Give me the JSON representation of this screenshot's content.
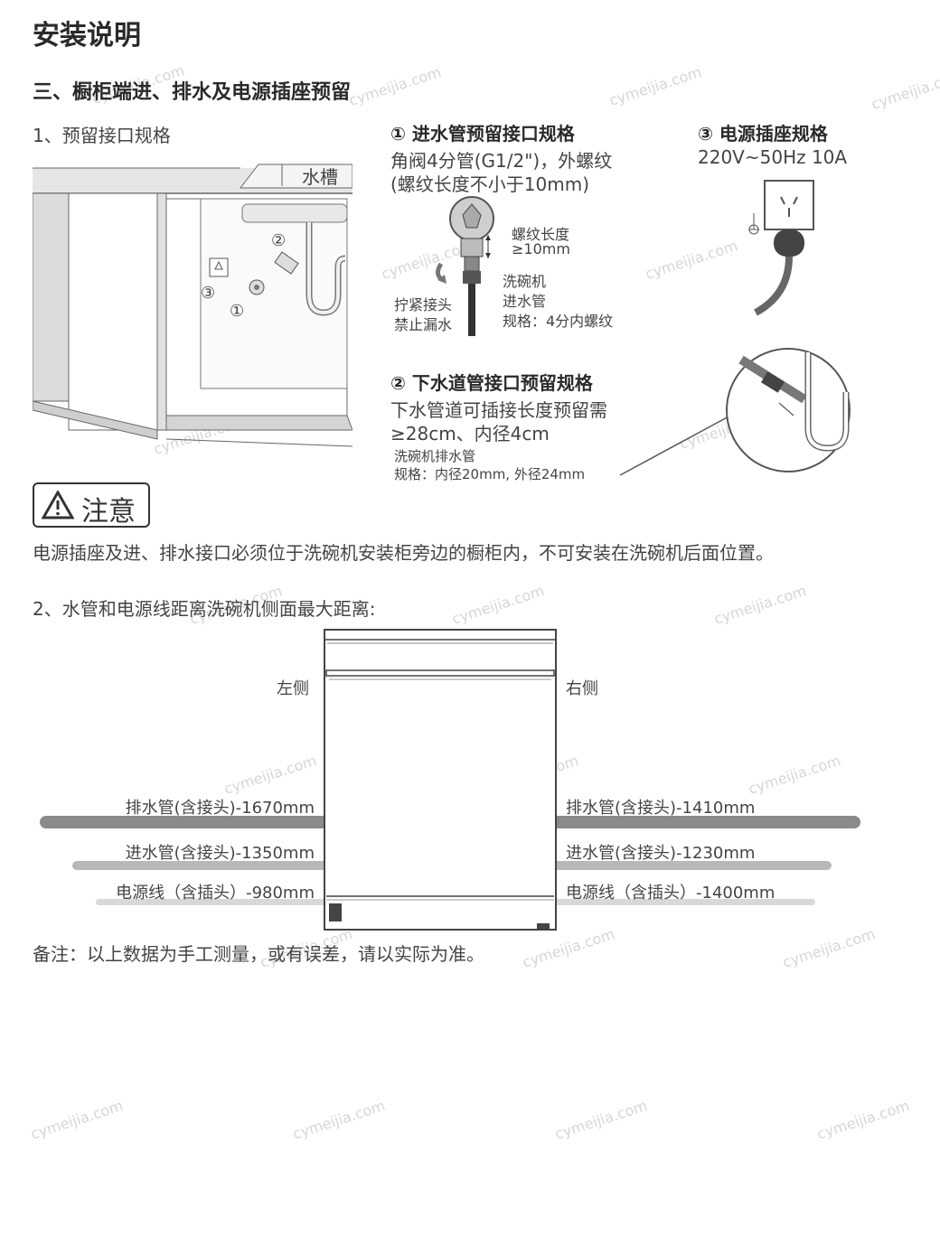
{
  "header": {
    "title": "安装说明",
    "section_title": "三、橱柜端进、排水及电源插座预留"
  },
  "section1": {
    "label": "1、预留接口规格",
    "sink_label": "水槽",
    "callouts": [
      "②",
      "③",
      "①"
    ]
  },
  "inlet_spec": {
    "title": "① 进水管预留接口规格",
    "line1": "角阀4分管(G1/2\")，外螺纹",
    "line2": "(螺纹长度不小于10mm)",
    "thread_label_1": "螺纹长度",
    "thread_label_2": "≥10mm",
    "tighten_1": "拧紧接头",
    "tighten_2": "禁止漏水",
    "pipe_1": "洗碗机",
    "pipe_2": "进水管",
    "pipe_3": "规格：4分内螺纹"
  },
  "power_spec": {
    "title": "③ 电源插座规格",
    "line1": "220V~50Hz 10A"
  },
  "drain_spec": {
    "title": "② 下水道管接口预留规格",
    "line1": "下水管道可插接长度预留需",
    "line2": "≥28cm、内径4cm",
    "line3": "洗碗机排水管",
    "line4": "规格：内径20mm, 外径24mm"
  },
  "warning": {
    "label": "注意",
    "text": "电源插座及进、排水接口必须位于洗碗机安装柜旁边的橱柜内，不可安装在洗碗机后面位置。"
  },
  "section2": {
    "label": "2、水管和电源线距离洗碗机侧面最大距离:",
    "left_label": "左侧",
    "right_label": "右侧",
    "left": [
      "排水管(含接头)-1670mm",
      "进水管(含接头)-1350mm",
      "电源线（含插头）-980mm"
    ],
    "right": [
      "排水管(含接头)-1410mm",
      "进水管(含接头)-1230mm",
      "电源线（含插头）-1400mm"
    ]
  },
  "note": "备注：以上数据为手工测量，或有误差，请以实际为准。",
  "watermark": "cymeijia.com",
  "colors": {
    "drain_bar": "#8a8a8a",
    "inlet_bar": "#b8b8b8",
    "power_bar": "#d8d8d8",
    "text": "#333333"
  }
}
